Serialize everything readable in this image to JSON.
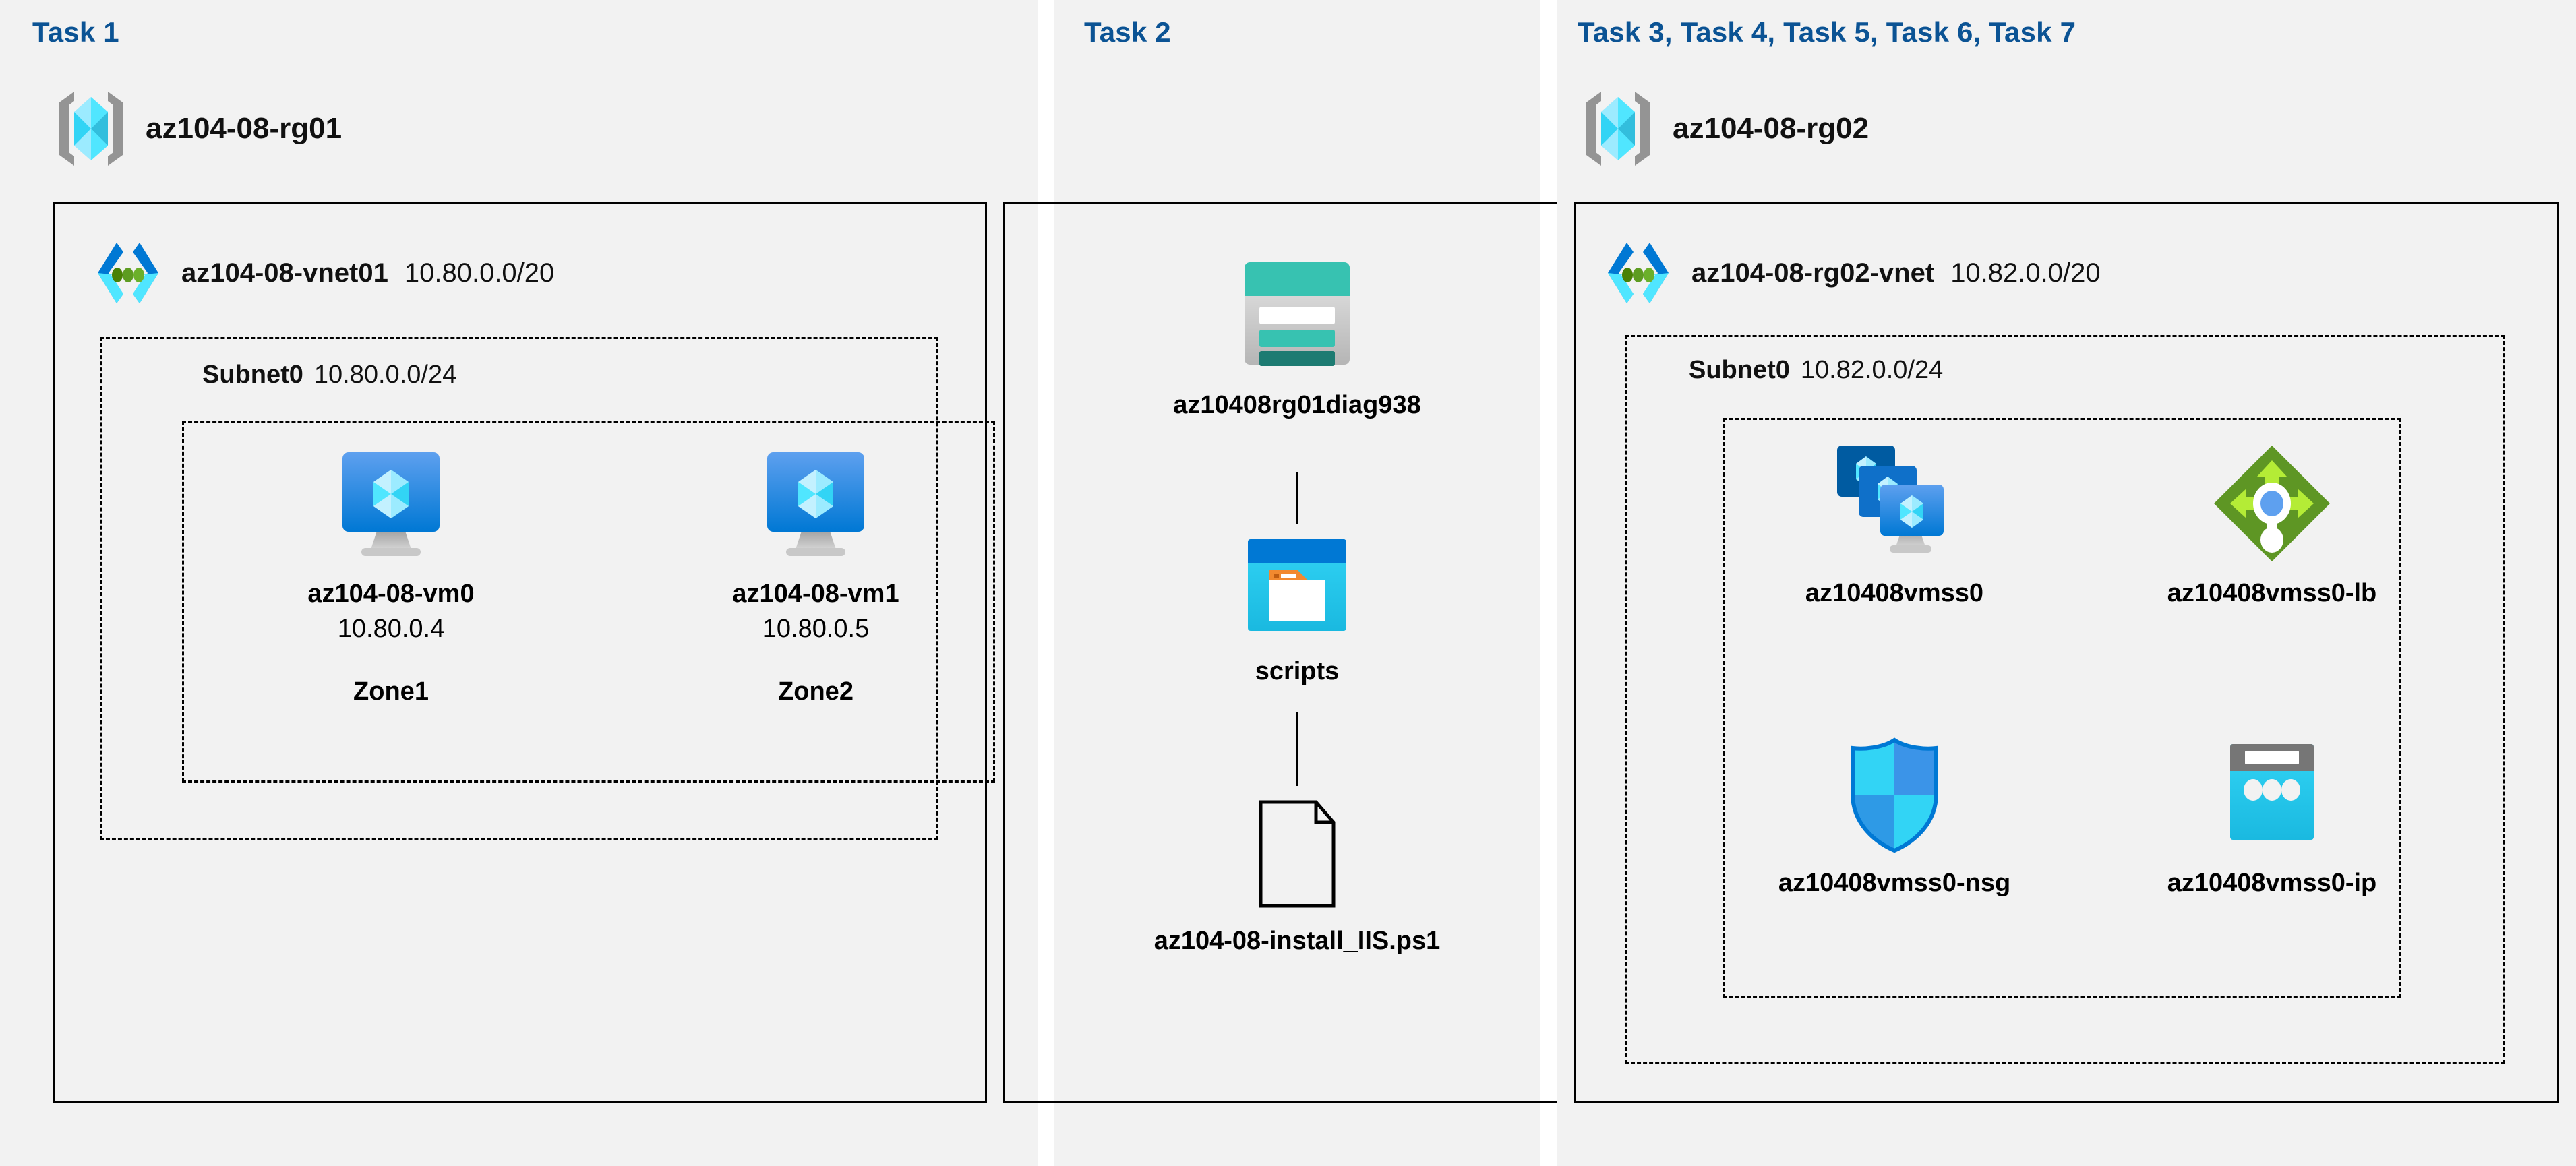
{
  "diagram": {
    "title_color": "#0b5394",
    "panels": [
      {
        "id": "task1",
        "task_title": "Task 1",
        "resource_group": {
          "icon": "resource-group-icon",
          "label": "az104-08-rg01"
        },
        "vnet": {
          "icon": "virtual-network-icon",
          "name": "az104-08-vnet01",
          "cidr": "10.80.0.0/20"
        },
        "subnet": {
          "name": "Subnet0",
          "cidr": "10.80.0.0/24"
        },
        "vms": [
          {
            "icon": "virtual-machine-icon",
            "name": "az104-08-vm0",
            "ip": "10.80.0.4",
            "zone": "Zone1"
          },
          {
            "icon": "virtual-machine-icon",
            "name": "az104-08-vm1",
            "ip": "10.80.0.5",
            "zone": "Zone2"
          }
        ]
      },
      {
        "id": "task2",
        "task_title": "Task 2",
        "nodes": [
          {
            "icon": "storage-account-icon",
            "label": "az10408rg01diag938"
          },
          {
            "icon": "blob-container-icon",
            "label": "scripts"
          },
          {
            "icon": "file-document-icon",
            "label": "az104-08-install_IIS.ps1"
          }
        ]
      },
      {
        "id": "task37",
        "task_title": "Task 3, Task 4, Task 5, Task 6, Task 7",
        "resource_group": {
          "icon": "resource-group-icon",
          "label": "az104-08-rg02"
        },
        "vnet": {
          "icon": "virtual-network-icon",
          "name": "az104-08-rg02-vnet",
          "cidr": "10.82.0.0/20"
        },
        "subnet": {
          "name": "Subnet0",
          "cidr": "10.82.0.0/24"
        },
        "resources": [
          {
            "icon": "vm-scale-set-icon",
            "label": "az10408vmss0"
          },
          {
            "icon": "load-balancer-icon",
            "label": "az10408vmss0-lb"
          },
          {
            "icon": "network-security-group-icon",
            "label": "az10408vmss0-nsg"
          },
          {
            "icon": "public-ip-address-icon",
            "label": "az10408vmss0-ip"
          }
        ]
      }
    ],
    "colors": {
      "task_blue": "#0b5394",
      "azure_blue": "#0078d4",
      "cyan": "#32d4f5",
      "teal": "#37c2b1",
      "green": "#68a500",
      "gray": "#949494"
    }
  }
}
